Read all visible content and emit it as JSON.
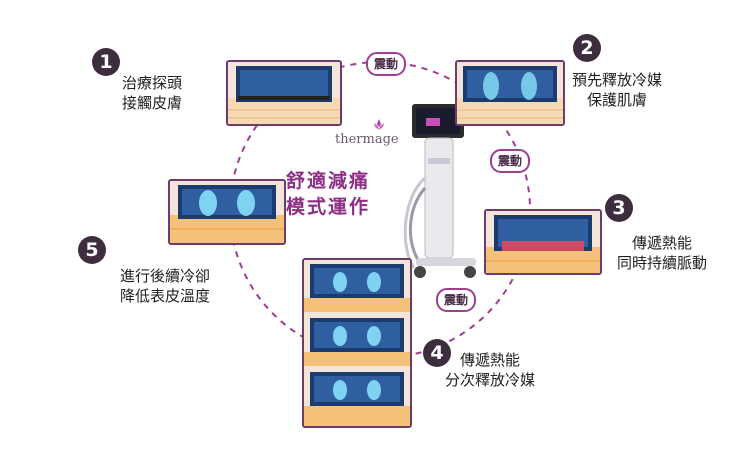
{
  "brand": {
    "logo_text": "thermage"
  },
  "center_title": {
    "line1": "舒適減痛",
    "line2": "模式運作"
  },
  "vibration_label": "震動",
  "steps": [
    {
      "number": "1",
      "line1": "治療探頭",
      "line2": "接觸皮膚"
    },
    {
      "number": "2",
      "line1": "預先釋放冷媒",
      "line2": "保護肌膚"
    },
    {
      "number": "3",
      "line1": "傳遞熱能",
      "line2": "同時持續脈動"
    },
    {
      "number": "4",
      "line1": "傳遞熱能",
      "line2": "分次釋放冷媒"
    },
    {
      "number": "5",
      "line1": "進行後續冷卻",
      "line2": "降低表皮溫度"
    }
  ],
  "colors": {
    "accent": "#8e2f86",
    "ring": "#9c3f8e",
    "badge": "#3e2d3f"
  }
}
